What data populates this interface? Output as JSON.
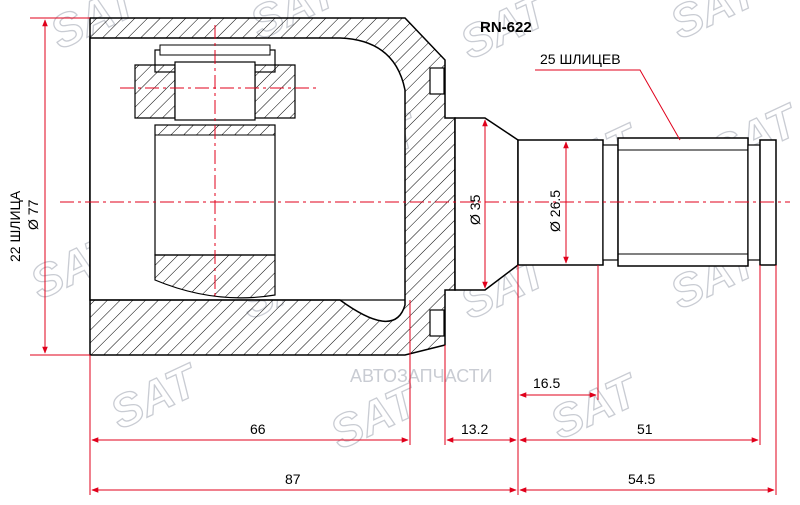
{
  "part_number": "RN-622",
  "spline_callout": "25 ШЛИЦЕВ",
  "side_label": {
    "splines": "22 ШЛИЦА",
    "diameter": "Ø 77"
  },
  "dimensions": {
    "shaft_diameter": "Ø 35",
    "stem_diameter": "Ø 26.5",
    "neck_length": "16.5",
    "housing_depth": "66",
    "flange_length": "13.2",
    "shaft_length": "51",
    "body_length": "87",
    "stem_total": "54.5"
  },
  "watermark_text": "SAT",
  "watermark_corner": "АВТОЗАПЧАСТИ",
  "colors": {
    "line": "#000000",
    "dimension": "#e0001b",
    "hatch": "#000000",
    "watermark": "#c9ccd3"
  }
}
